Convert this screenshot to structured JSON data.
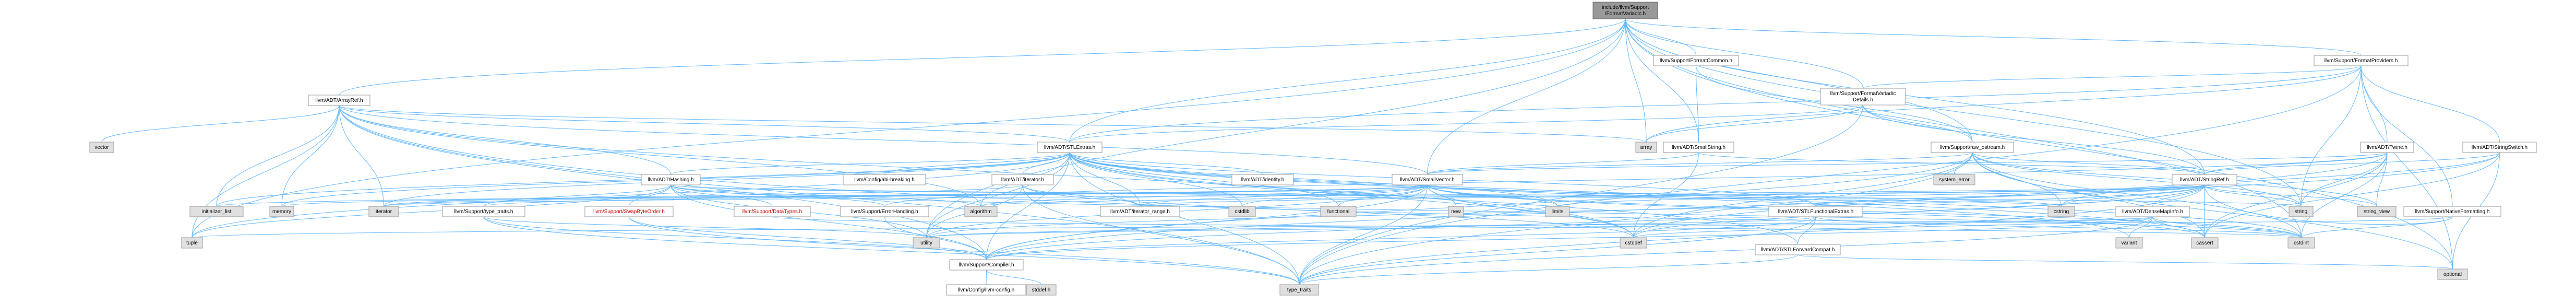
{
  "title": "include/llvm/Support/FormatVariadic.h",
  "colors": {
    "root_fill": "#999999",
    "node_fill": "#ffffff",
    "node_external_fill": "#e0e0e0",
    "edge": "#63b8ff",
    "highlight_text": "#cc0000"
  },
  "nodes": [
    {
      "id": "n0",
      "label": [
        "include/llvm/Support",
        "/FormatVariadic.h"
      ],
      "kind": "root"
    },
    {
      "id": "n1",
      "label": [
        "llvm/ADT/ArrayRef.h"
      ],
      "kind": "file"
    },
    {
      "id": "n2",
      "label": [
        "llvm/ADT/STLExtras.h"
      ],
      "kind": "file"
    },
    {
      "id": "n3",
      "label": [
        "llvm/Support/FormatCommon.h"
      ],
      "kind": "file"
    },
    {
      "id": "n4",
      "label": [
        "llvm/Support/FormatProviders.h"
      ],
      "kind": "file"
    },
    {
      "id": "n5",
      "label": [
        "llvm/Support/FormatVariadic",
        "Details.h"
      ],
      "kind": "file"
    },
    {
      "id": "n6",
      "label": [
        "llvm/ADT/SmallString.h"
      ],
      "kind": "file"
    },
    {
      "id": "n7",
      "label": [
        "llvm/Support/raw_ostream.h"
      ],
      "kind": "file"
    },
    {
      "id": "n8",
      "label": [
        "llvm/ADT/Twine.h"
      ],
      "kind": "file"
    },
    {
      "id": "n9",
      "label": [
        "llvm/ADT/StringSwitch.h"
      ],
      "kind": "file"
    },
    {
      "id": "n10",
      "label": [
        "vector"
      ],
      "kind": "ext"
    },
    {
      "id": "n11",
      "label": [
        "array"
      ],
      "kind": "ext"
    },
    {
      "id": "n12",
      "label": [
        "llvm/ADT/Hashing.h"
      ],
      "kind": "file"
    },
    {
      "id": "n13",
      "label": [
        "llvm/Config/abi-breaking.h"
      ],
      "kind": "file"
    },
    {
      "id": "n14",
      "label": [
        "llvm/ADT/iterator.h"
      ],
      "kind": "file"
    },
    {
      "id": "n15",
      "label": [
        "llvm/ADT/identity.h"
      ],
      "kind": "file"
    },
    {
      "id": "n16",
      "label": [
        "llvm/ADT/SmallVector.h"
      ],
      "kind": "file"
    },
    {
      "id": "n17",
      "label": [
        "system_error"
      ],
      "kind": "ext"
    },
    {
      "id": "n18",
      "label": [
        "llvm/ADT/StringRef.h"
      ],
      "kind": "file"
    },
    {
      "id": "n19",
      "label": [
        "initializer_list"
      ],
      "kind": "ext"
    },
    {
      "id": "n20",
      "label": [
        "memory"
      ],
      "kind": "ext"
    },
    {
      "id": "n21",
      "label": [
        "iterator"
      ],
      "kind": "ext"
    },
    {
      "id": "n22",
      "label": [
        "llvm/Support/type_traits.h"
      ],
      "kind": "file"
    },
    {
      "id": "n23",
      "label": [
        "llvm/Support/SwapByteOrder.h"
      ],
      "kind": "file",
      "hl": true
    },
    {
      "id": "n24",
      "label": [
        "llvm/Support/DataTypes.h"
      ],
      "kind": "file",
      "hl": true
    },
    {
      "id": "n25",
      "label": [
        "llvm/Support/ErrorHandling.h"
      ],
      "kind": "file"
    },
    {
      "id": "n26",
      "label": [
        "algorithm"
      ],
      "kind": "ext"
    },
    {
      "id": "n27",
      "label": [
        "llvm/ADT/iterator_range.h"
      ],
      "kind": "file"
    },
    {
      "id": "n28",
      "label": [
        "cstdlib"
      ],
      "kind": "ext"
    },
    {
      "id": "n29",
      "label": [
        "functional"
      ],
      "kind": "ext"
    },
    {
      "id": "n30",
      "label": [
        "new"
      ],
      "kind": "ext"
    },
    {
      "id": "n31",
      "label": [
        "limits"
      ],
      "kind": "ext"
    },
    {
      "id": "n32",
      "label": [
        "cstring"
      ],
      "kind": "ext"
    },
    {
      "id": "n33",
      "label": [
        "llvm/ADT/STLFunctionalExtras.h"
      ],
      "kind": "file"
    },
    {
      "id": "n34",
      "label": [
        "string"
      ],
      "kind": "ext"
    },
    {
      "id": "n35",
      "label": [
        "string_view"
      ],
      "kind": "ext"
    },
    {
      "id": "n36",
      "label": [
        "llvm/ADT/DenseMapInfo.h"
      ],
      "kind": "file"
    },
    {
      "id": "n37",
      "label": [
        "llvm/Support/NativeFormatting.h"
      ],
      "kind": "file"
    },
    {
      "id": "n38",
      "label": [
        "tuple"
      ],
      "kind": "ext"
    },
    {
      "id": "n39",
      "label": [
        "utility"
      ],
      "kind": "ext"
    },
    {
      "id": "n40",
      "label": [
        "llvm/Support/Compiler.h"
      ],
      "kind": "file"
    },
    {
      "id": "n41",
      "label": [
        "cstddef"
      ],
      "kind": "ext"
    },
    {
      "id": "n42",
      "label": [
        "llvm/ADT/STLForwardCompat.h"
      ],
      "kind": "file"
    },
    {
      "id": "n43",
      "label": [
        "variant"
      ],
      "kind": "ext"
    },
    {
      "id": "n44",
      "label": [
        "cassert"
      ],
      "kind": "ext"
    },
    {
      "id": "n45",
      "label": [
        "cstdint"
      ],
      "kind": "ext"
    },
    {
      "id": "n46",
      "label": [
        "llvm/Config/llvm-config.h"
      ],
      "kind": "file"
    },
    {
      "id": "n47",
      "label": [
        "stddef.h"
      ],
      "kind": "ext"
    },
    {
      "id": "n48",
      "label": [
        "type_traits"
      ],
      "kind": "ext"
    },
    {
      "id": "n49",
      "label": [
        "optional"
      ],
      "kind": "ext"
    }
  ],
  "edges": [
    [
      "n0",
      "n1"
    ],
    [
      "n0",
      "n2"
    ],
    [
      "n0",
      "n3"
    ],
    [
      "n0",
      "n4"
    ],
    [
      "n0",
      "n5"
    ],
    [
      "n0",
      "n6"
    ],
    [
      "n0",
      "n7"
    ],
    [
      "n0",
      "n11"
    ],
    [
      "n0",
      "n16"
    ],
    [
      "n0",
      "n18"
    ],
    [
      "n0",
      "n34"
    ],
    [
      "n0",
      "n38"
    ],
    [
      "n0",
      "n39"
    ],
    [
      "n0",
      "n45"
    ],
    [
      "n0",
      "n49"
    ],
    [
      "n1",
      "n2"
    ],
    [
      "n1",
      "n10"
    ],
    [
      "n1",
      "n11"
    ],
    [
      "n1",
      "n12"
    ],
    [
      "n1",
      "n16"
    ],
    [
      "n1",
      "n19"
    ],
    [
      "n1",
      "n20"
    ],
    [
      "n1",
      "n21"
    ],
    [
      "n1",
      "n26"
    ],
    [
      "n1",
      "n38"
    ],
    [
      "n1",
      "n40"
    ],
    [
      "n1",
      "n41"
    ],
    [
      "n1",
      "n48"
    ],
    [
      "n2",
      "n12"
    ],
    [
      "n2",
      "n13"
    ],
    [
      "n2",
      "n14"
    ],
    [
      "n2",
      "n15"
    ],
    [
      "n2",
      "n27"
    ],
    [
      "n2",
      "n33"
    ],
    [
      "n2",
      "n42"
    ],
    [
      "n2",
      "n40"
    ],
    [
      "n2",
      "n41"
    ],
    [
      "n2",
      "n44"
    ],
    [
      "n2",
      "n45"
    ],
    [
      "n2",
      "n29"
    ],
    [
      "n2",
      "n31"
    ],
    [
      "n2",
      "n28"
    ],
    [
      "n2",
      "n26"
    ],
    [
      "n2",
      "n19"
    ],
    [
      "n2",
      "n20"
    ],
    [
      "n2",
      "n21"
    ],
    [
      "n2",
      "n38"
    ],
    [
      "n2",
      "n39"
    ],
    [
      "n2",
      "n48"
    ],
    [
      "n2",
      "n43"
    ],
    [
      "n3",
      "n6"
    ],
    [
      "n3",
      "n7"
    ],
    [
      "n4",
      "n2"
    ],
    [
      "n4",
      "n5"
    ],
    [
      "n4",
      "n8"
    ],
    [
      "n4",
      "n9"
    ],
    [
      "n4",
      "n37"
    ],
    [
      "n4",
      "n11"
    ],
    [
      "n4",
      "n49"
    ],
    [
      "n4",
      "n48"
    ],
    [
      "n4",
      "n34"
    ],
    [
      "n5",
      "n2"
    ],
    [
      "n5",
      "n7"
    ],
    [
      "n5",
      "n11"
    ],
    [
      "n5",
      "n48"
    ],
    [
      "n5",
      "n18"
    ],
    [
      "n6",
      "n16"
    ],
    [
      "n6",
      "n18"
    ],
    [
      "n6",
      "n41"
    ],
    [
      "n7",
      "n16"
    ],
    [
      "n7",
      "n18"
    ],
    [
      "n7",
      "n17"
    ],
    [
      "n7",
      "n32"
    ],
    [
      "n7",
      "n34"
    ],
    [
      "n7",
      "n35"
    ],
    [
      "n7",
      "n40"
    ],
    [
      "n7",
      "n41"
    ],
    [
      "n7",
      "n45"
    ],
    [
      "n7",
      "n49"
    ],
    [
      "n7",
      "n48"
    ],
    [
      "n7",
      "n44"
    ],
    [
      "n8",
      "n16"
    ],
    [
      "n8",
      "n18"
    ],
    [
      "n8",
      "n25"
    ],
    [
      "n8",
      "n44"
    ],
    [
      "n8",
      "n41"
    ],
    [
      "n8",
      "n45"
    ],
    [
      "n8",
      "n34"
    ],
    [
      "n8",
      "n35"
    ],
    [
      "n9",
      "n18"
    ],
    [
      "n9",
      "n40"
    ],
    [
      "n9",
      "n44"
    ],
    [
      "n9",
      "n32"
    ],
    [
      "n9",
      "n49"
    ],
    [
      "n12",
      "n22"
    ],
    [
      "n12",
      "n23"
    ],
    [
      "n12",
      "n24"
    ],
    [
      "n12",
      "n25"
    ],
    [
      "n12",
      "n26"
    ],
    [
      "n12",
      "n38"
    ],
    [
      "n12",
      "n39"
    ],
    [
      "n12",
      "n40"
    ],
    [
      "n12",
      "n45"
    ],
    [
      "n12",
      "n32"
    ],
    [
      "n12",
      "n34"
    ],
    [
      "n14",
      "n27"
    ],
    [
      "n14",
      "n21"
    ],
    [
      "n14",
      "n41"
    ],
    [
      "n14",
      "n48"
    ],
    [
      "n14",
      "n39"
    ],
    [
      "n16",
      "n40"
    ],
    [
      "n16",
      "n22"
    ],
    [
      "n16",
      "n26"
    ],
    [
      "n16",
      "n44"
    ],
    [
      "n16",
      "n41"
    ],
    [
      "n16",
      "n28"
    ],
    [
      "n16",
      "n32"
    ],
    [
      "n16",
      "n19"
    ],
    [
      "n16",
      "n21"
    ],
    [
      "n16",
      "n31"
    ],
    [
      "n16",
      "n20"
    ],
    [
      "n16",
      "n30"
    ],
    [
      "n16",
      "n48"
    ],
    [
      "n16",
      "n39"
    ],
    [
      "n16",
      "n29"
    ],
    [
      "n16",
      "n27"
    ],
    [
      "n16",
      "n45"
    ],
    [
      "n18",
      "n36"
    ],
    [
      "n18",
      "n33"
    ],
    [
      "n18",
      "n27"
    ],
    [
      "n18",
      "n40"
    ],
    [
      "n18",
      "n26"
    ],
    [
      "n18",
      "n44"
    ],
    [
      "n18",
      "n41"
    ],
    [
      "n18",
      "n32"
    ],
    [
      "n18",
      "n31"
    ],
    [
      "n18",
      "n34"
    ],
    [
      "n18",
      "n35"
    ],
    [
      "n18",
      "n48"
    ],
    [
      "n18",
      "n39"
    ],
    [
      "n18",
      "n21"
    ],
    [
      "n22",
      "n40"
    ],
    [
      "n22",
      "n39"
    ],
    [
      "n22",
      "n48"
    ],
    [
      "n23",
      "n40"
    ],
    [
      "n23",
      "n48"
    ],
    [
      "n24",
      "n45"
    ],
    [
      "n25",
      "n40"
    ],
    [
      "n33",
      "n40"
    ],
    [
      "n33",
      "n42"
    ],
    [
      "n33",
      "n48"
    ],
    [
      "n33",
      "n39"
    ],
    [
      "n33",
      "n45"
    ],
    [
      "n36",
      "n40"
    ],
    [
      "n36",
      "n44"
    ],
    [
      "n36",
      "n41"
    ],
    [
      "n36",
      "n45"
    ],
    [
      "n36",
      "n38"
    ],
    [
      "n36",
      "n39"
    ],
    [
      "n36",
      "n43"
    ],
    [
      "n36",
      "n48"
    ],
    [
      "n37",
      "n1"
    ],
    [
      "n37",
      "n18"
    ],
    [
      "n37",
      "n45"
    ],
    [
      "n40",
      "n46"
    ],
    [
      "n40",
      "n47"
    ],
    [
      "n42",
      "n48"
    ],
    [
      "n42",
      "n49"
    ]
  ]
}
